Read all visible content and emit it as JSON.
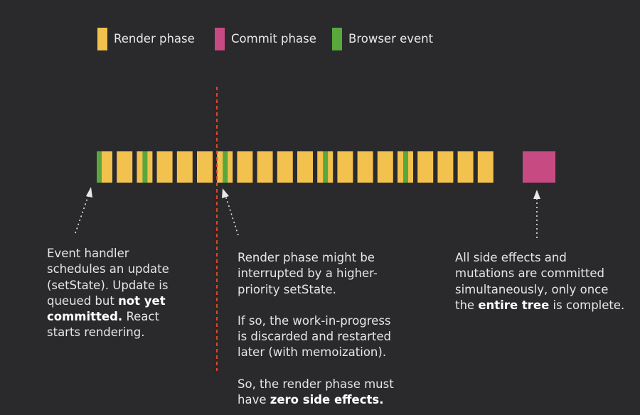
{
  "legend": [
    {
      "label": "Render phase",
      "color": "#f2c14e"
    },
    {
      "label": "Commit phase",
      "color": "#c74b82"
    },
    {
      "label": "Browser event",
      "color": "#5aa83c"
    }
  ],
  "timeline": {
    "segments": [
      "render-with-event",
      "render",
      "render-with-event",
      "render",
      "render",
      "render",
      "render-with-event",
      "render",
      "render",
      "render",
      "render",
      "render-with-event",
      "render",
      "render",
      "render",
      "render-with-event",
      "render",
      "render",
      "render",
      "render",
      "commit"
    ],
    "colors": {
      "render": "#f2c14e",
      "event": "#5aa83c",
      "commit": "#c74b82",
      "interrupt_line": "#d9472c",
      "arrow": "#e8e8e8"
    }
  },
  "notes": {
    "left": {
      "line1": "Event handler",
      "line2": "schedules an update",
      "line3": "(setState). Update is",
      "line4_pre": "queued but ",
      "line4_bold": "not yet",
      "line5_bold": "committed.",
      "line5_post": " React",
      "line6": "starts rendering."
    },
    "middle": {
      "p1_line1": "Render phase might be",
      "p1_line2": "interrupted by a higher-",
      "p1_line3": "priority setState.",
      "p2_line1": "If so, the work-in-progress",
      "p2_line2": "is discarded and restarted",
      "p2_line3": "later (with memoization).",
      "p3_line1": "So, the render phase must",
      "p3_line2_pre": "have ",
      "p3_line2_bold": "zero side effects."
    },
    "right": {
      "line1": "All side effects and",
      "line2": "mutations are committed",
      "line3": "simultaneously, only once",
      "line4_pre": "the ",
      "line4_bold": "entire tree",
      "line4_post": " is complete."
    }
  }
}
